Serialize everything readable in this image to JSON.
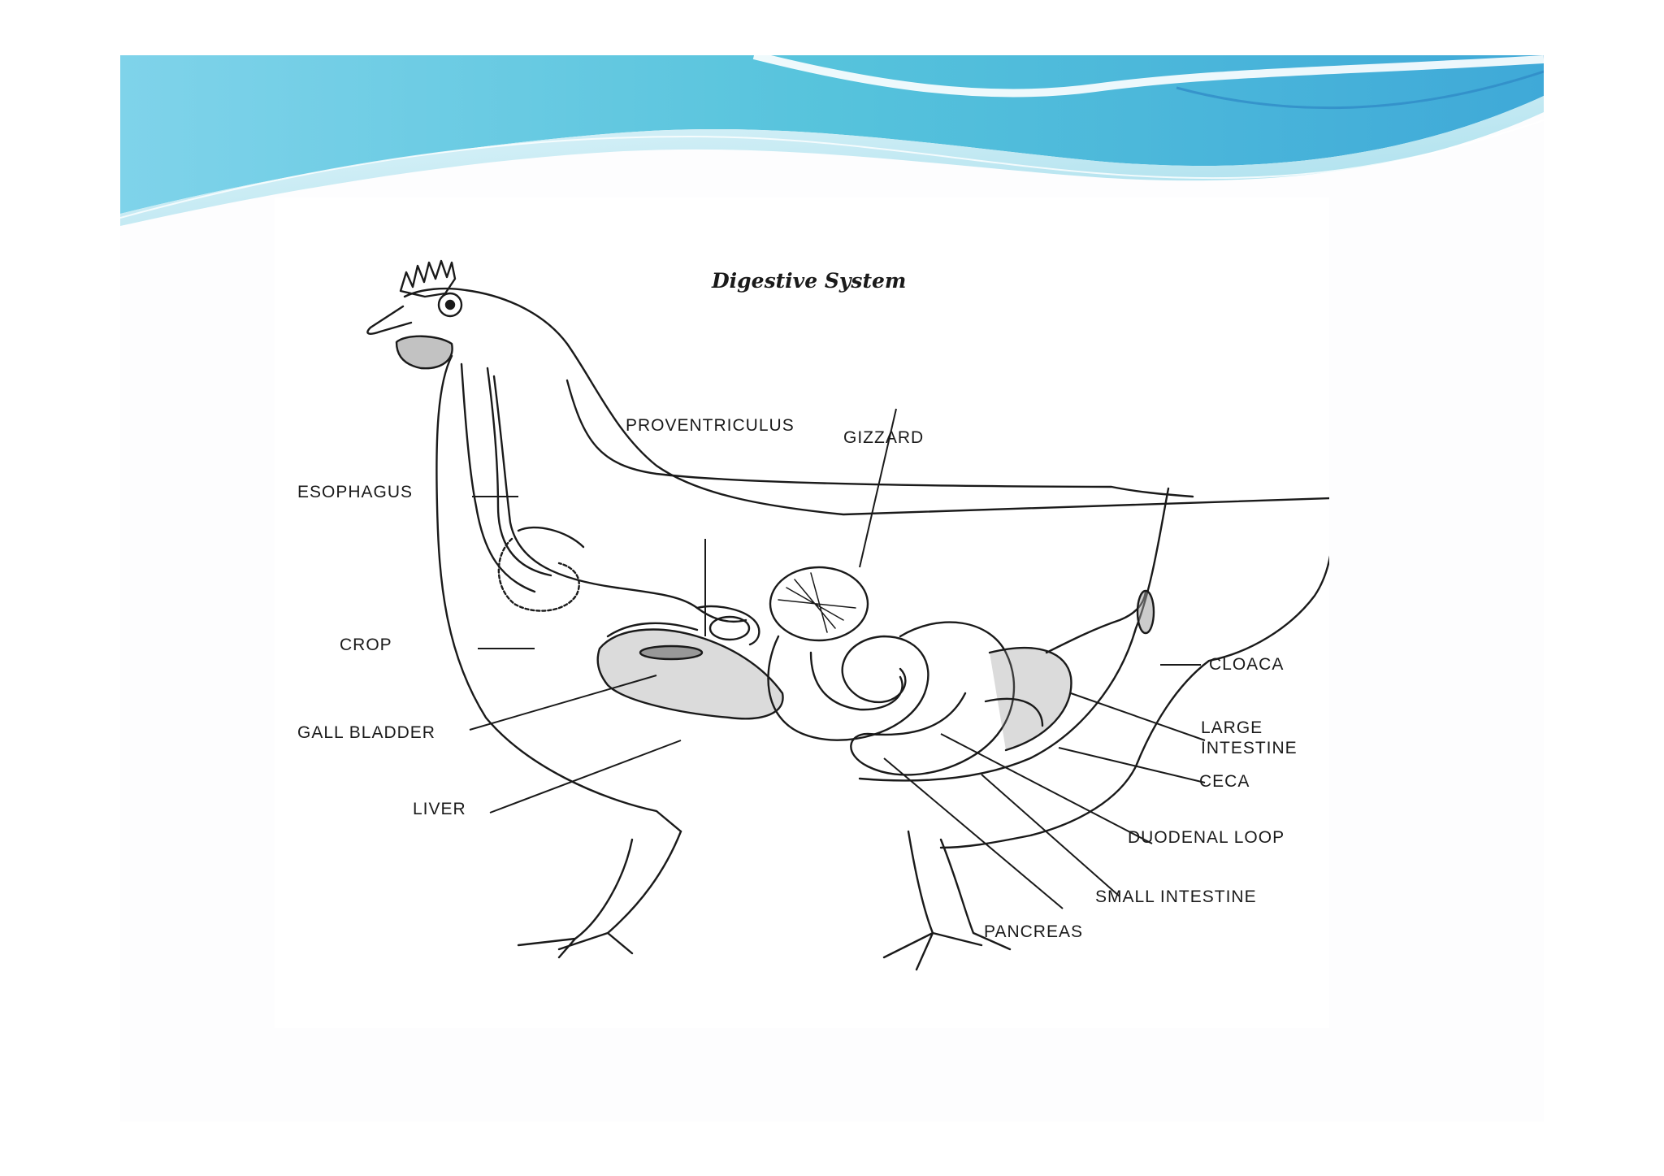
{
  "diagram": {
    "title": "Digestive System",
    "labels": {
      "proventriculus": "PROVENTRICULUS",
      "gizzard": "GIZZARD",
      "esophagus": "ESOPHAGUS",
      "crop": "CROP",
      "gall_bladder": "GALL BLADDER",
      "liver": "LIVER",
      "cloaca": "CLOACA",
      "large_intestine_line1": "LARGE",
      "large_intestine_line2": "INTESTINE",
      "ceca": "CECA",
      "duodenal_loop": "DUODENAL LOOP",
      "small_intestine": "SMALL INTESTINE",
      "pancreas": "PANCREAS"
    }
  },
  "colors": {
    "banner_light": "#bfeaf4",
    "banner_mid": "#5cc6dc",
    "banner_dark": "#2f8fc9",
    "ink": "#1a1a1a"
  }
}
